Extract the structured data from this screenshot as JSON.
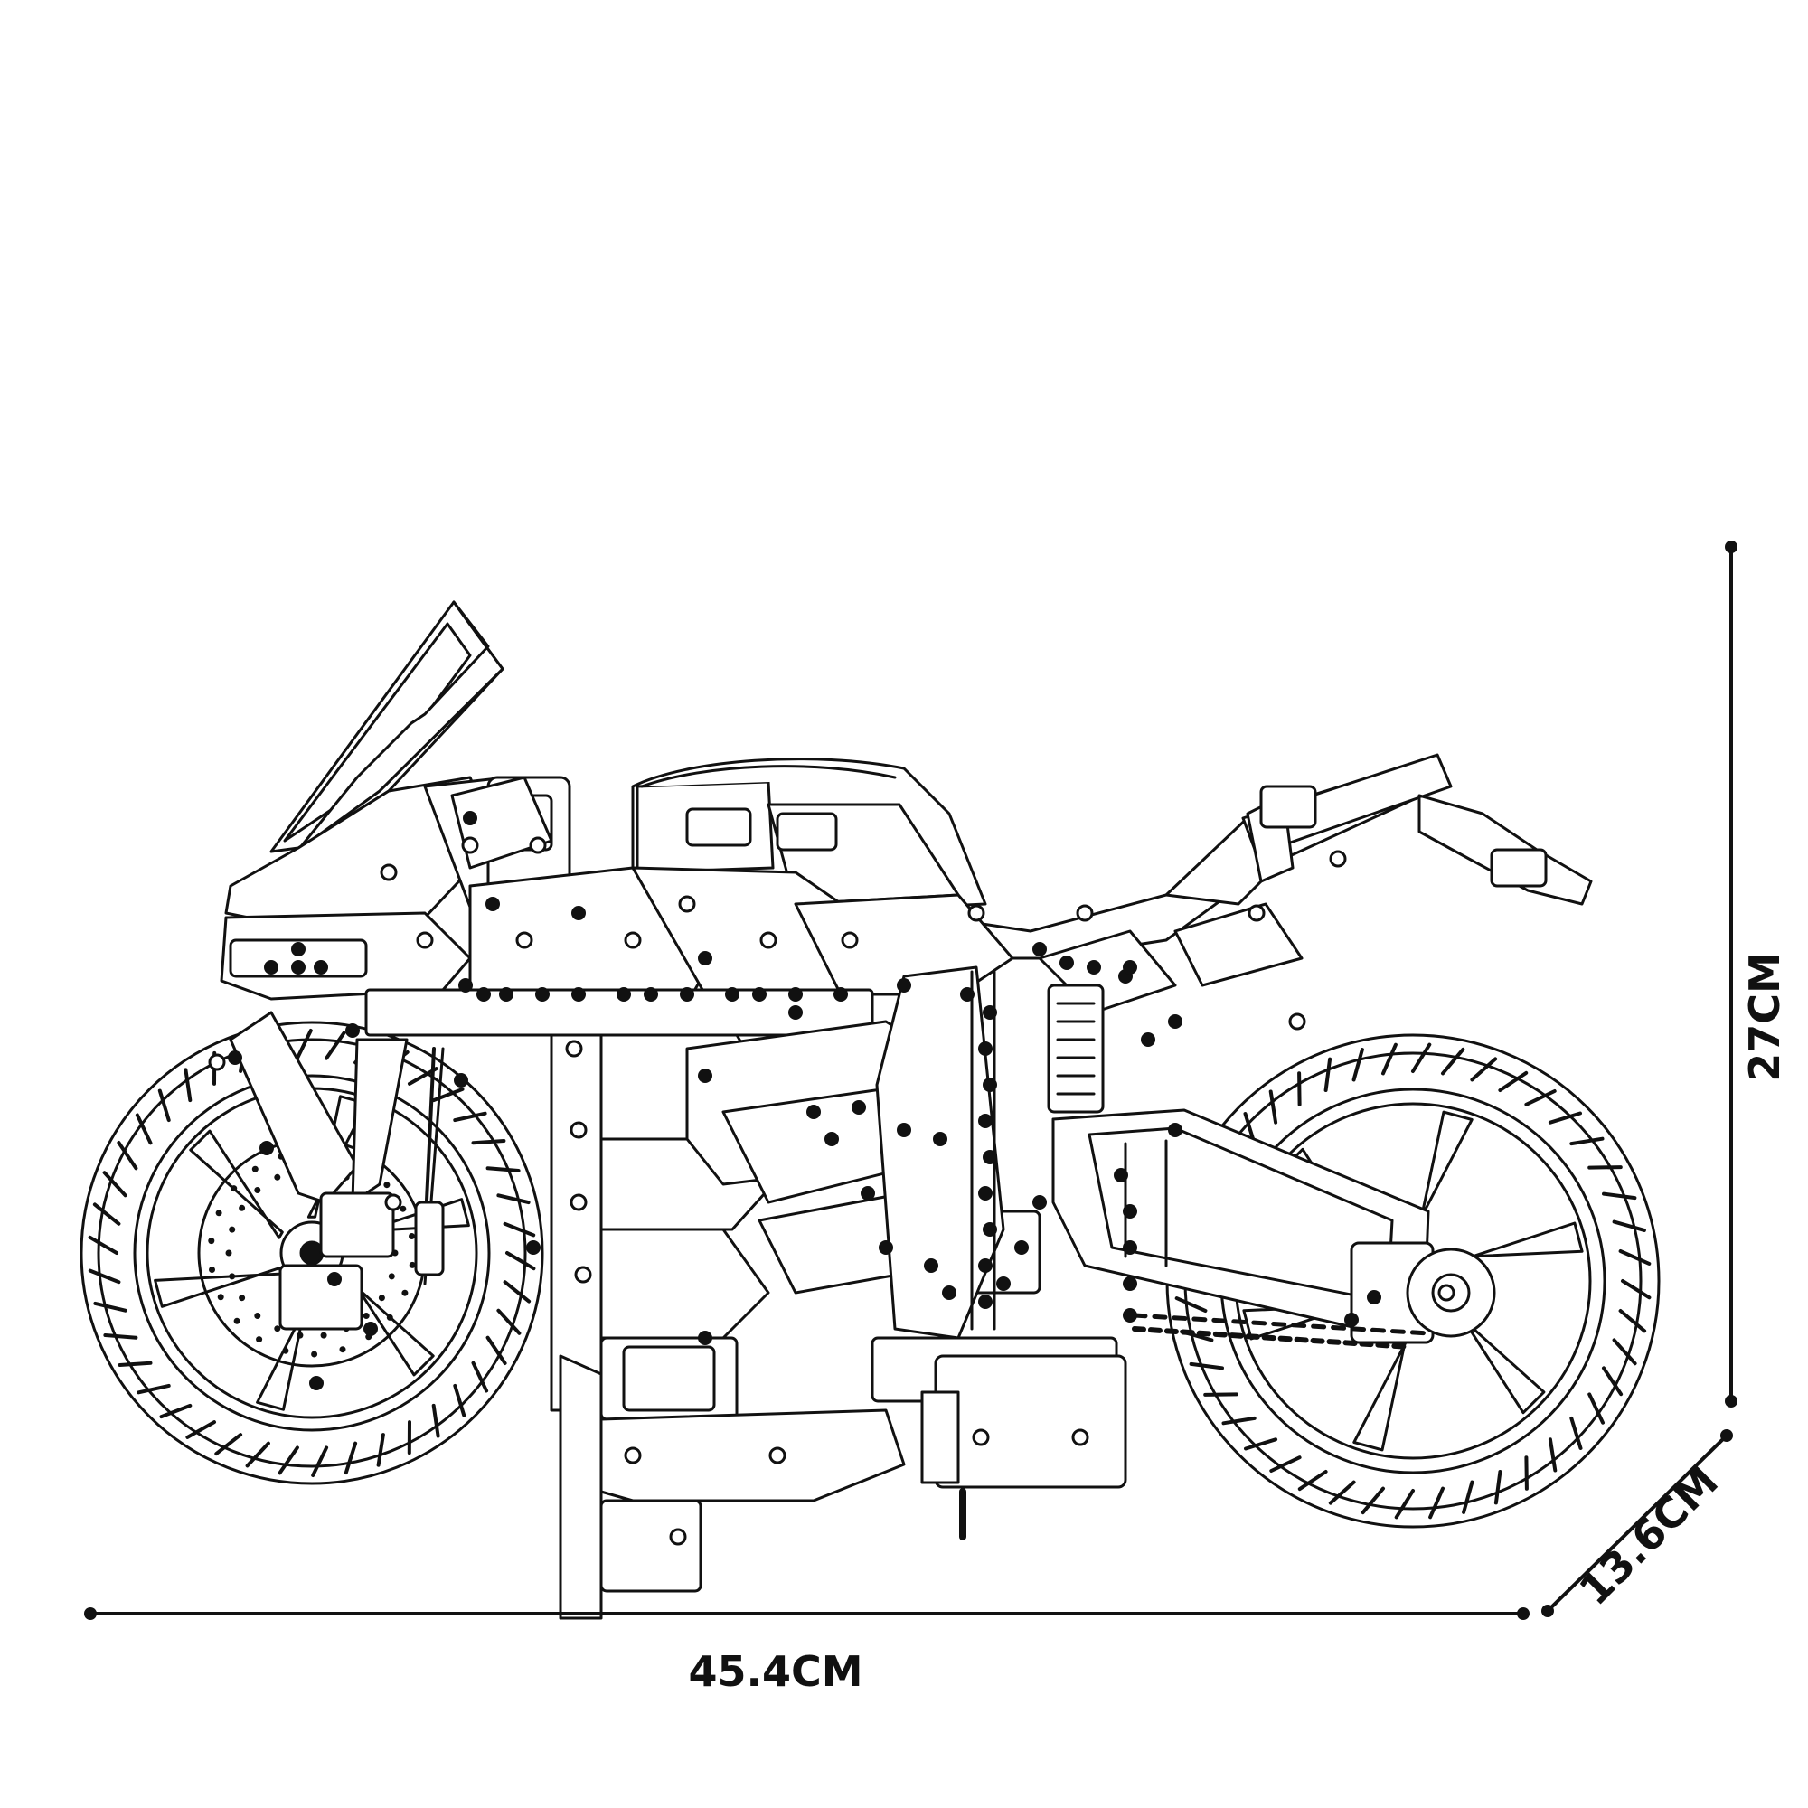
{
  "dimensions": {
    "length": "45.4CM",
    "height": "27CM",
    "width": "13.6CM"
  },
  "colors": {
    "line": "#111111",
    "fill": "#ffffff",
    "body_shade": "#f4f4f4"
  }
}
